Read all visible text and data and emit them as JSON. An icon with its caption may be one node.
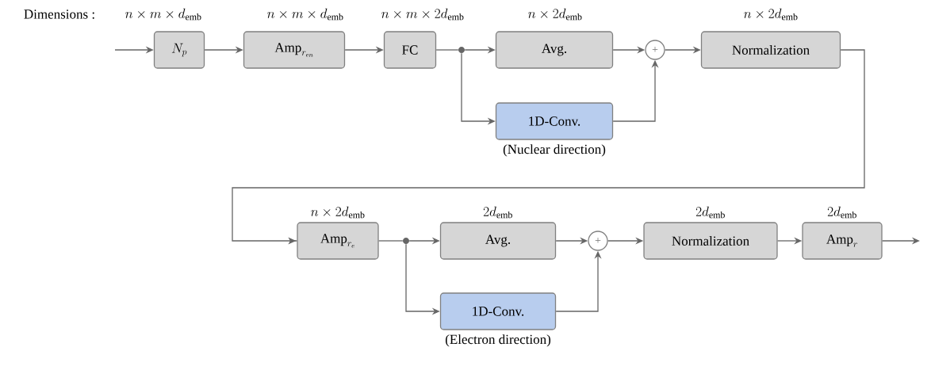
{
  "diagram": {
    "nodes": [
      {
        "text": [
          "N_p"
        ]
      },
      {
        "text": [
          "\\mathrm{Amp}_{r_{en}}"
        ]
      },
      {
        "text": [
          "FC"
        ]
      },
      {
        "text": [],
        "shape": "circle"
      },
      {
        "text": [
          "Avg."
        ]
      },
      {
        "text": [
          "1D-Conv."
        ],
        "beside": [
          "(Nuclear direction)"
        ]
      },
      {
        "text": [
          "+"
        ]
      },
      {
        "text": [
          "Normalization"
        ]
      },
      {
        "text": [
          "\\mathrm{Amp}_{r_e}"
        ]
      },
      {
        "text": [],
        "shape": "circle"
      },
      {
        "text": [
          "Avg."
        ]
      },
      {
        "text": [
          "1D-Conv."
        ],
        "beside": [
          "(Electron direction)"
        ]
      },
      {
        "text": [
          "+"
        ]
      },
      {
        "text": [
          "Normalization"
        ]
      },
      {
        "text": [
          "\\mathrm{Amp}_r"
        ]
      }
    ],
    "edges": [
      {
        "from": null,
        "to": 0,
        "arrow": "to"
      },
      {
        "from": 0,
        "to": 1,
        "arrow": "to"
      },
      {
        "from": 1,
        "to": 2,
        "arrow": "to"
      },
      {
        "from": 2,
        "to": 3,
        "arrow": "none"
      },
      {
        "from": 3,
        "to": 4,
        "arrow": "to"
      },
      {
        "from": 3,
        "to": 5,
        "arrow": "to"
      },
      {
        "from": 4,
        "to": 6,
        "arrow": "to"
      },
      {
        "from": 5,
        "to": 6,
        "arrow": "to"
      },
      {
        "from": 6,
        "to": 7,
        "arrow": "to"
      },
      {
        "from": 7,
        "to": 8,
        "arrow": "to"
      },
      {
        "from": 8,
        "to": 9,
        "arrow": "none"
      },
      {
        "from": 9,
        "to": 10,
        "arrow": "to"
      },
      {
        "from": 9,
        "to": 11,
        "arrow": "to"
      },
      {
        "from": 10,
        "to": 12,
        "arrow": "to"
      },
      {
        "from": 11,
        "to": 12,
        "arrow": "to"
      },
      {
        "from": 12,
        "to": 13,
        "arrow": "to"
      },
      {
        "from": 13,
        "to": 14,
        "arrow": "to"
      },
      {
        "from": 14,
        "to": null,
        "arrow": "to"
      }
    ],
    "labels": [
      "Dimensions :",
      "n \\times m \\times d_{\\mathrm{emb}}",
      "n \\times m \\times d_{\\mathrm{emb}}",
      "n \\times m \\times 2d_{\\mathrm{emb}}",
      "n \\times 2d_{\\mathrm{emb}}",
      "n \\times 2d_{\\mathrm{emb}}",
      "n \\times 2d_{\\mathrm{emb}}",
      "2d_{\\mathrm{emb}}",
      "2d_{\\mathrm{emb}}",
      "2d_{\\mathrm{emb}}"
    ]
  }
}
